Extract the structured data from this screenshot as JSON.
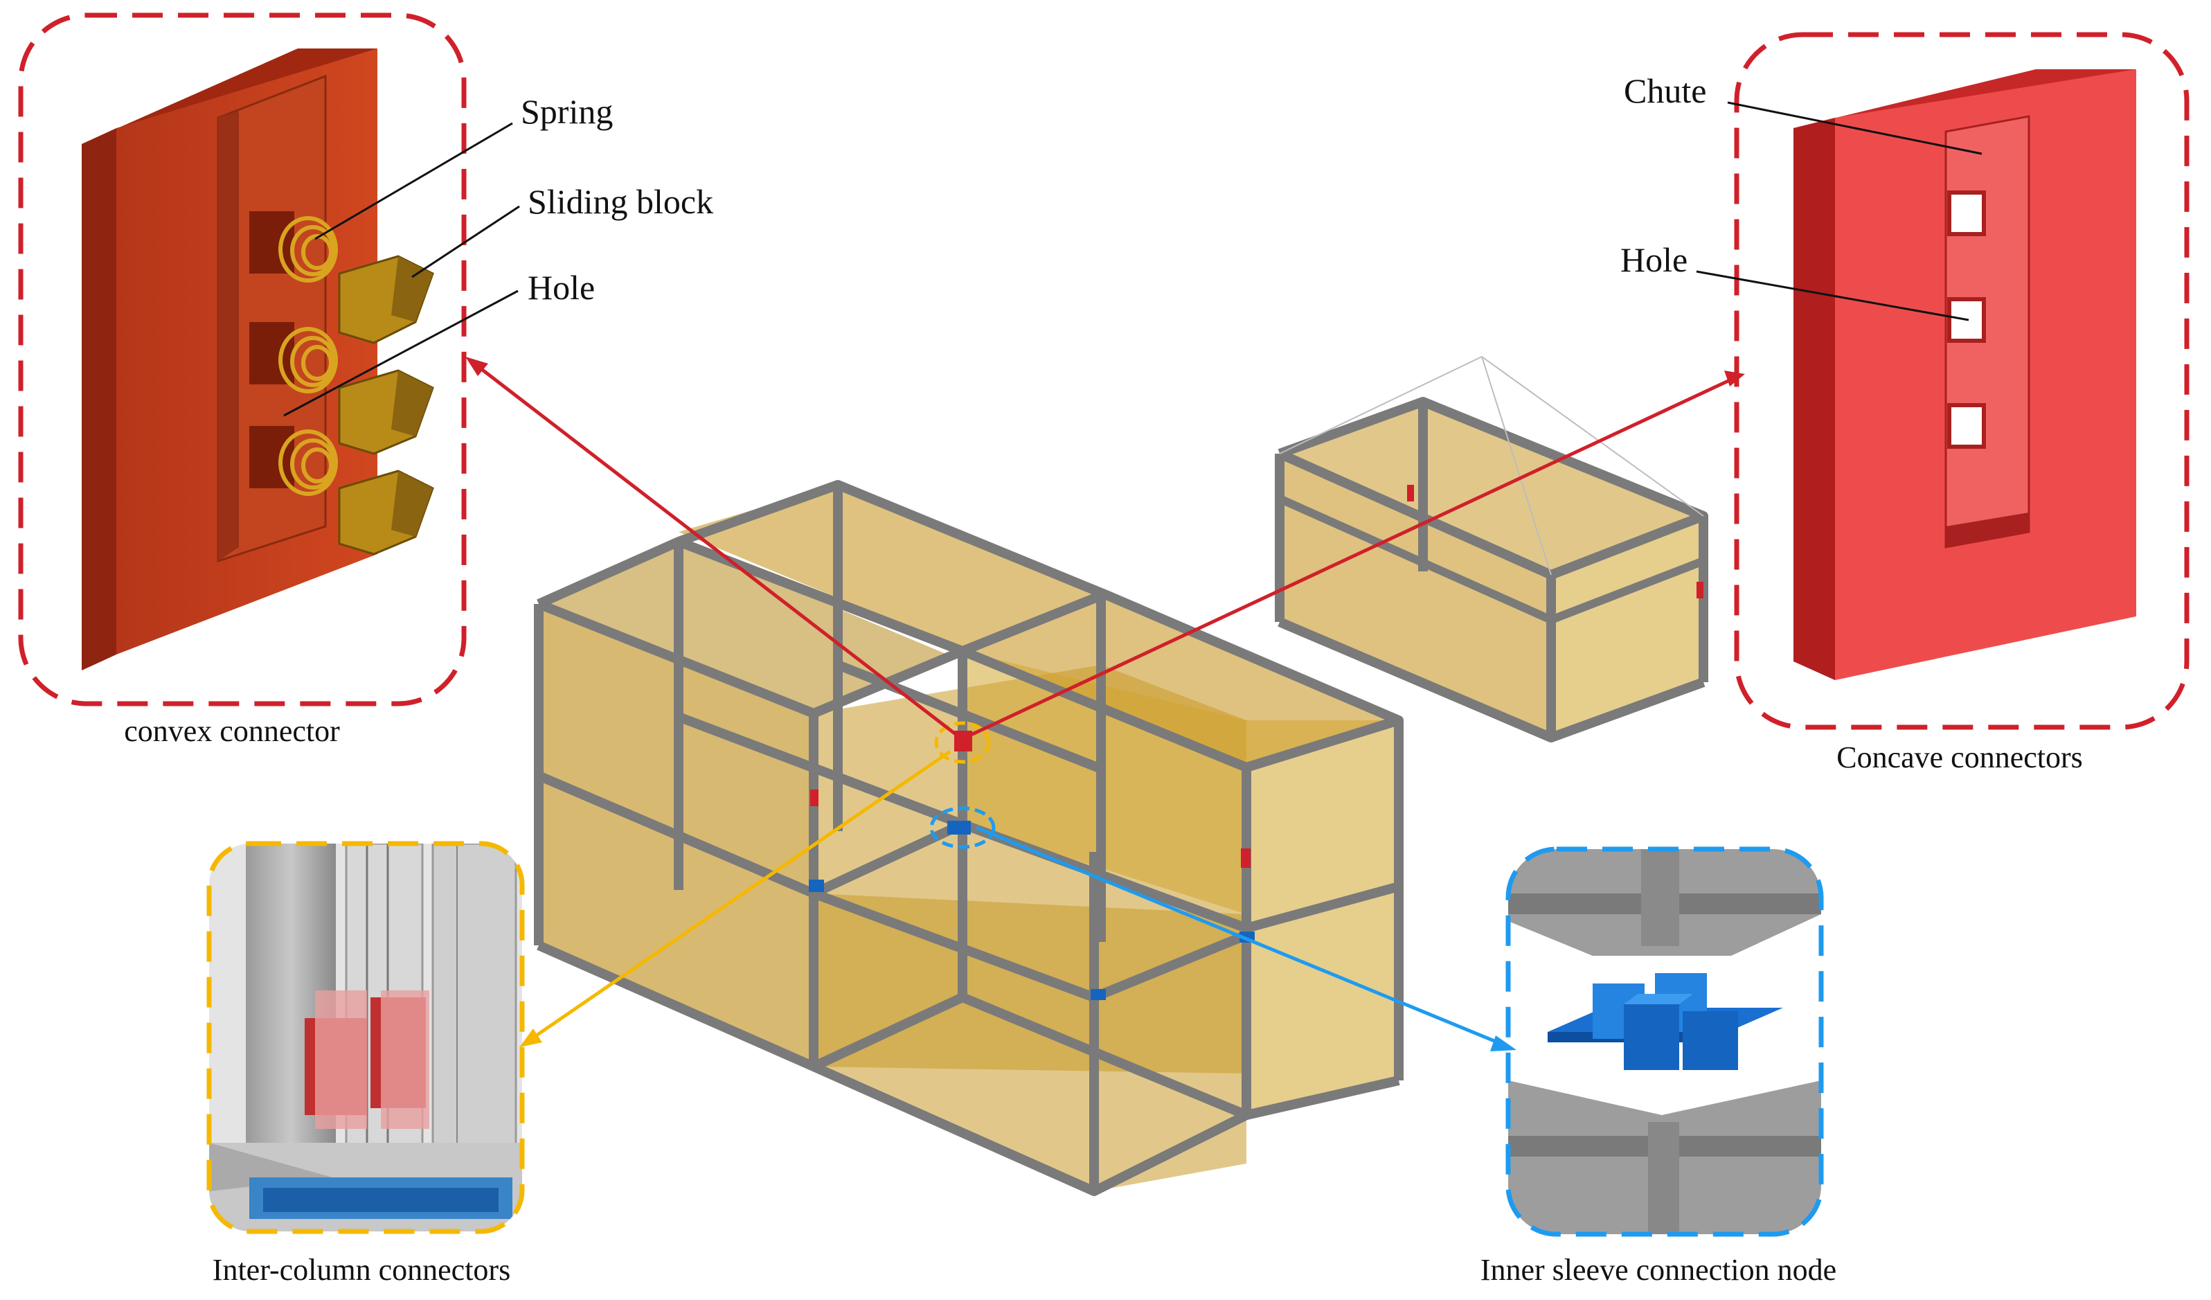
{
  "labels": {
    "spring": "Spring",
    "sliding_block": "Sliding block",
    "hole_left": "Hole",
    "convex_caption": "convex connector",
    "chute": "Chute",
    "hole_right": "Hole",
    "concave_caption": "Concave connectors",
    "inter_column_caption": "Inter-column connectors",
    "inner_sleeve_caption": "Inner sleeve connection node"
  },
  "colors": {
    "convex_frame": "#d0202a",
    "concave_frame": "#d0202a",
    "inter_column_frame": "#f5b800",
    "inner_sleeve_frame": "#1e9bf0",
    "convex_body": "#c8401c",
    "concave_body": "#ee4c4c",
    "sliding_block": "#b88a18",
    "module_fill": "#c99a2a",
    "frame_steel": "#8e8e8e",
    "sleeve_blue": "#1565c0"
  },
  "icons": {
    "spring": "coil-spring-icon",
    "module": "box-module-icon"
  }
}
